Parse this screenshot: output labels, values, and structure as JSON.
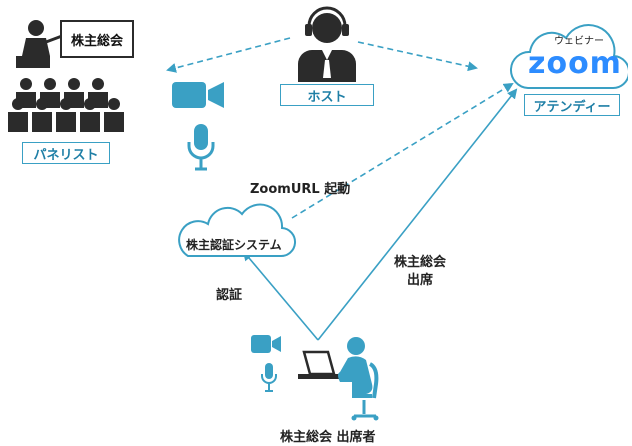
{
  "colors": {
    "accent": "#3aa0c4",
    "icon_dark": "#2b2b2b",
    "board_text": "#111111"
  },
  "labels": {
    "shareholder_meeting_board": "株主総会",
    "panelist": "パネリスト",
    "host": "ホスト",
    "webinar": "ウェビナー",
    "zoom_logo": "zoom",
    "attendee": "アテンディー",
    "auth_system": "株主認証システム",
    "zoom_url_launch": "ZoomURL 起動",
    "authentication": "認証",
    "meeting_attend_line1": "株主総会",
    "meeting_attend_line2": "出席",
    "attendee_caption": "株主総会 出席者"
  },
  "icons": [
    "presenter-icon",
    "audience-icon",
    "video-camera-icon",
    "microphone-icon",
    "headset-operator-icon",
    "cloud-icon",
    "laptop-user-icon"
  ]
}
